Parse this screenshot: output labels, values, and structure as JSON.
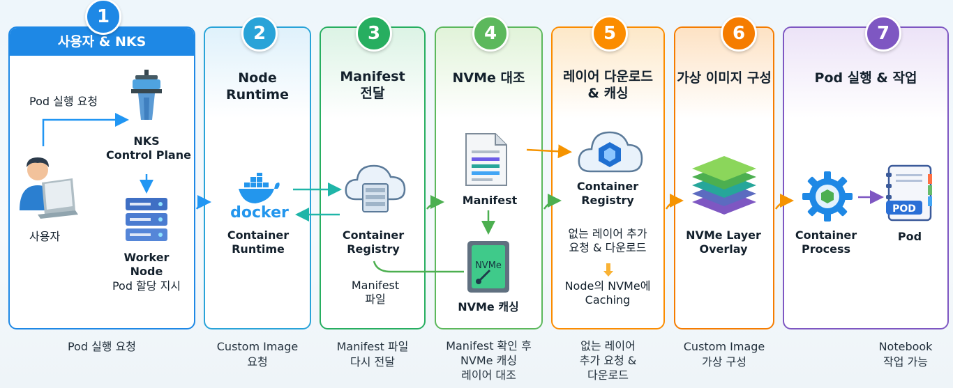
{
  "steps": [
    {
      "num": "1",
      "title": "사용자 & NKS",
      "color": "#1e88e5",
      "caption": [
        "Pod 실행 요청"
      ],
      "labels": {
        "request": "Pod 실행 요청",
        "control": [
          "NKS",
          "Control Plane"
        ],
        "user": "사용자",
        "worker": [
          "Worker",
          "Node",
          "Pod 할당 지시"
        ]
      }
    },
    {
      "num": "2",
      "title": "Node Runtime",
      "color": "#1e88e5",
      "caption": [
        "Custom Image",
        "요청"
      ],
      "labels": {
        "docker": "docker",
        "runtime": [
          "Container",
          "Runtime"
        ]
      }
    },
    {
      "num": "3",
      "title": "Manifest 전달",
      "title_lines": [
        "Manifest",
        "전달"
      ],
      "color": "#27ae60",
      "caption": [
        "Manifest 파일",
        "다시 전달"
      ],
      "labels": {
        "registry": [
          "Container",
          "Registry"
        ],
        "file": [
          "Manifest",
          "파일"
        ]
      }
    },
    {
      "num": "4",
      "title": "NVMe 대조",
      "color": "#43a047",
      "caption": [
        "Manifest 확인 후",
        "NVMe 캐싱",
        "레이어 대조"
      ],
      "labels": {
        "manifest": "Manifest",
        "nvme_chip": "NVMe",
        "nvme": "NVMe 캐싱"
      }
    },
    {
      "num": "5",
      "title": "레이어 다운로드 & 캐싱",
      "title_lines": [
        "레이어 다운로드",
        "& 캐싱"
      ],
      "color": "#fb8c00",
      "caption": [
        "없는 레이어",
        "추가 요청 &",
        "다운로드"
      ],
      "labels": {
        "registry": [
          "Container",
          "Registry"
        ],
        "req": [
          "없는 레이어 추가",
          "요청 & 다운로드"
        ],
        "cache": [
          "Node의 NVMe에",
          "Caching"
        ]
      }
    },
    {
      "num": "6",
      "title": "가상 이미지 구성",
      "color": "#f57c00",
      "caption": [
        "Custom Image",
        "가상 구성"
      ],
      "labels": {
        "overlay": [
          "NVMe Layer",
          "Overlay"
        ]
      }
    },
    {
      "num": "7",
      "title": "Pod 실행 & 작업",
      "color": "#7e57c2",
      "caption": [
        "Notebook",
        "작업 가능"
      ],
      "labels": {
        "process": [
          "Container",
          "Process"
        ],
        "pod": "Pod",
        "pod_badge": "POD"
      }
    }
  ]
}
